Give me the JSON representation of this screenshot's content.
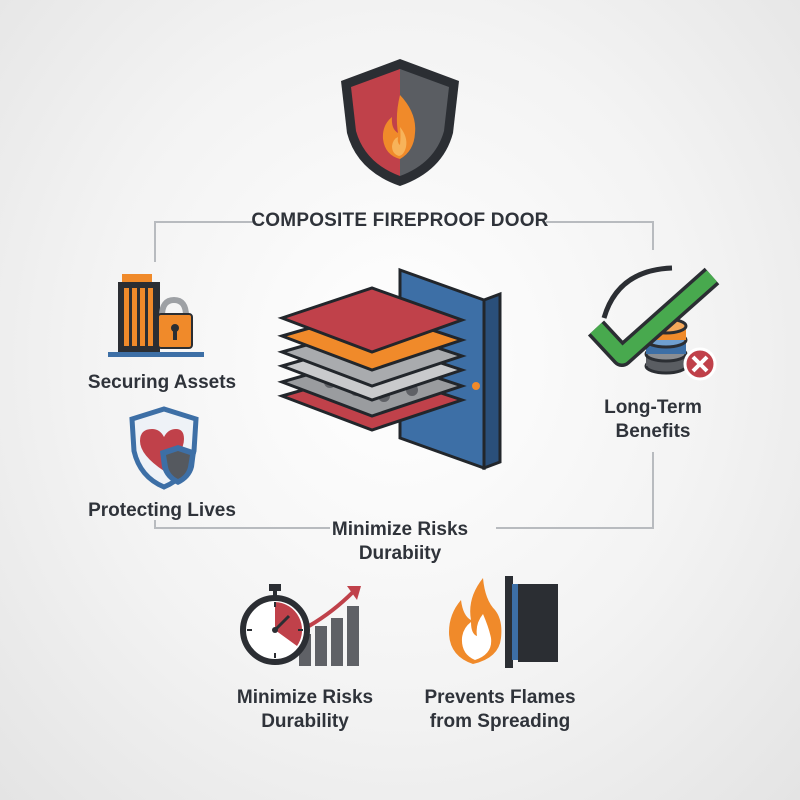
{
  "title": "COMPOSITE FIREPROOF DOOR",
  "nodes": {
    "securing_assets": "Securing Assets",
    "protecting_lives": "Protecting Lives",
    "long_term_benefits_line1": "Long-Term",
    "long_term_benefits_line2": "Benefits",
    "center_bottom_line1": "Minimize Risks",
    "center_bottom_line2": "Durabiity",
    "bottom_left_line1": "Minimize Risks",
    "bottom_left_line2": "Durability",
    "bottom_right_line1": "Prevents Flames",
    "bottom_right_line2": "from Spreading"
  },
  "icons": {
    "top": "fire-shield-icon",
    "center": "layered-door-icon",
    "left_top": "secure-building-lock-icon",
    "left_bottom": "heart-shield-icon",
    "right": "checkmark-coins-icon",
    "bottom_left": "stopwatch-growth-chart-icon",
    "bottom_right": "flame-barrier-door-icon"
  },
  "colors": {
    "red": "#c0414a",
    "orange": "#f08a2a",
    "blue": "#3d6fa6",
    "dark": "#2f333a",
    "green": "#48a94e",
    "gray": "#8a8d92"
  }
}
